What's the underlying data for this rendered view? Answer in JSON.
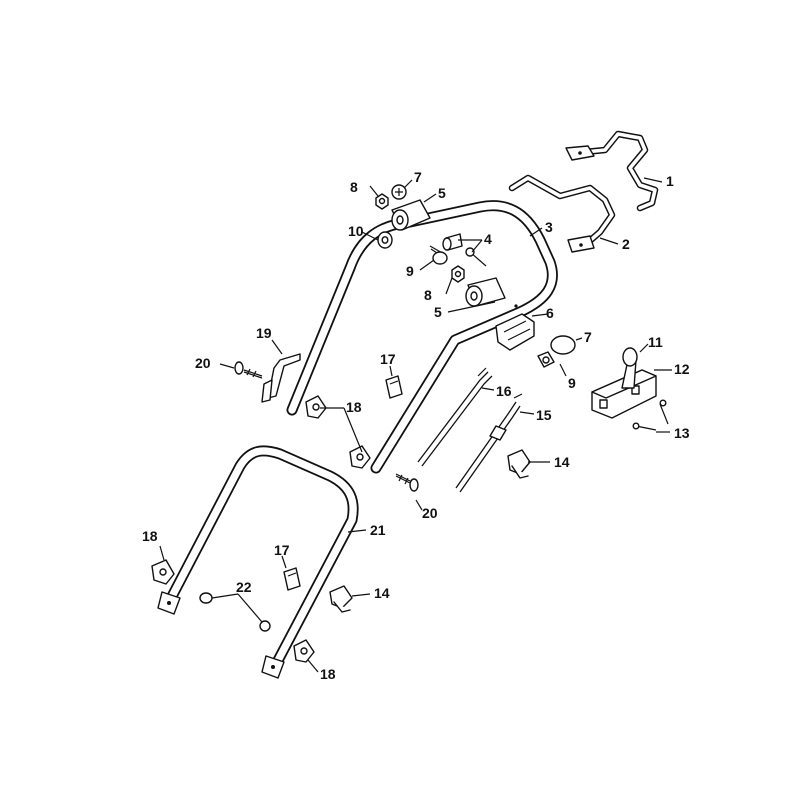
{
  "callouts": [
    {
      "id": "c1",
      "text": "1"
    },
    {
      "id": "c2",
      "text": "2"
    },
    {
      "id": "c3",
      "text": "3"
    },
    {
      "id": "c4",
      "text": "4"
    },
    {
      "id": "c5a",
      "text": "5"
    },
    {
      "id": "c5b",
      "text": "5"
    },
    {
      "id": "c6",
      "text": "6"
    },
    {
      "id": "c7a",
      "text": "7"
    },
    {
      "id": "c7b",
      "text": "7"
    },
    {
      "id": "c8a",
      "text": "8"
    },
    {
      "id": "c8b",
      "text": "8"
    },
    {
      "id": "c9a",
      "text": "9"
    },
    {
      "id": "c9b",
      "text": "9"
    },
    {
      "id": "c10",
      "text": "10"
    },
    {
      "id": "c11",
      "text": "11"
    },
    {
      "id": "c12",
      "text": "12"
    },
    {
      "id": "c13",
      "text": "13"
    },
    {
      "id": "c14a",
      "text": "14"
    },
    {
      "id": "c14b",
      "text": "14"
    },
    {
      "id": "c15",
      "text": "15"
    },
    {
      "id": "c16",
      "text": "16"
    },
    {
      "id": "c17a",
      "text": "17"
    },
    {
      "id": "c17b",
      "text": "17"
    },
    {
      "id": "c18a",
      "text": "18"
    },
    {
      "id": "c18b",
      "text": "18"
    },
    {
      "id": "c18c",
      "text": "18"
    },
    {
      "id": "c19",
      "text": "19"
    },
    {
      "id": "c20a",
      "text": "20"
    },
    {
      "id": "c20b",
      "text": "20"
    },
    {
      "id": "c21",
      "text": "21"
    },
    {
      "id": "c22",
      "text": "22"
    }
  ]
}
